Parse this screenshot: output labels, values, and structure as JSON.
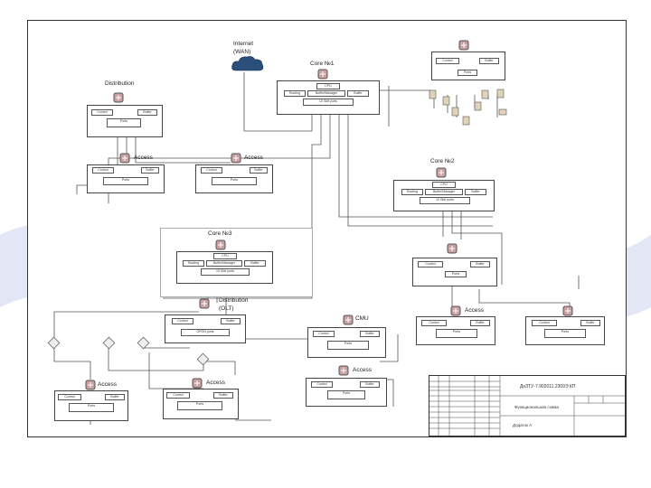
{
  "labels": {
    "internet": "Internet",
    "wan": "(WAN)",
    "core1": "Core №1",
    "core2": "Core №2",
    "core3": "Core №3",
    "distribution": "Distribution",
    "distribution_olt": "Distribution",
    "olt": "(OLT)",
    "cmu": "СМU",
    "access": "Access"
  },
  "title_block": {
    "doc_code": "ДнЗТУ-7.902011.2309Э КП",
    "title": "Функциональная схема",
    "sheet": "Додаток А"
  },
  "colors": {
    "line": "#555555",
    "router": "#c8a0a0",
    "cloud": "#2a4f7a",
    "decor": "#c9d0ea"
  }
}
